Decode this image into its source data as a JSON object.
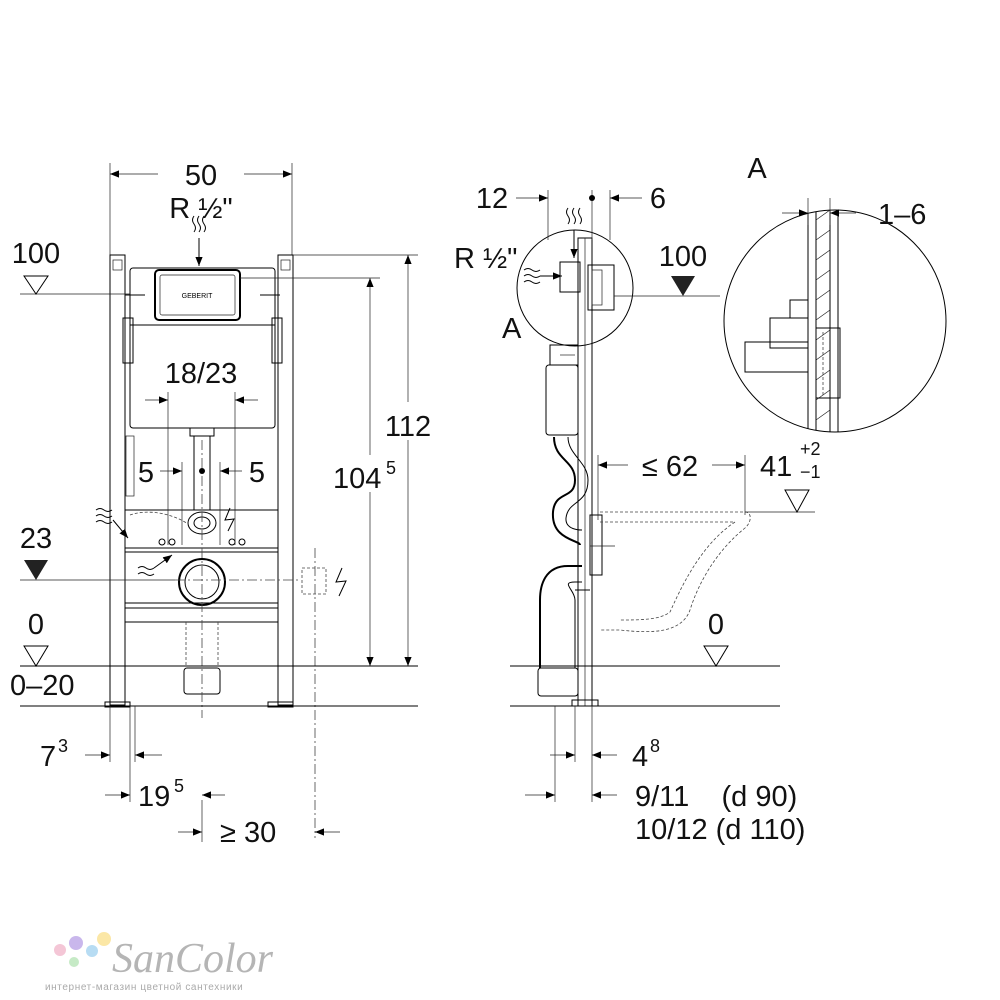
{
  "front_view": {
    "width": "50",
    "thread_top": "R ½\"",
    "level_100": "100",
    "level_23": "23",
    "level_0": "0",
    "floor_range": "0–20",
    "flush_spacing": "18/23",
    "offset_left": "5",
    "offset_right": "5",
    "height_total": "112",
    "height_frame_main": "104",
    "height_frame_sup": "5",
    "foot_offset_main": "7",
    "foot_offset_sup": "3",
    "drain_offset_main": "19",
    "drain_offset_sup": "5",
    "side_clearance": "≥ 30",
    "plate_brand": "GEBERIT"
  },
  "side_view": {
    "dim_12": "12",
    "dim_6": "6",
    "thread_side": "R ½\"",
    "detail_marker": "A",
    "level_100": "100",
    "bowl_length": "≤ 62",
    "seat_height_main": "41",
    "seat_tol_plus": "+2",
    "seat_tol_minus": "−1",
    "level_0": "0",
    "dim_4_main": "4",
    "dim_4_sup": "8",
    "pipe_d90": "9/11    (d 90)",
    "pipe_d110": "10/12 (d 110)"
  },
  "detail_view": {
    "title": "A",
    "wall_range": "1–6"
  },
  "watermark": {
    "name": "SanColor",
    "tagline": "интернет-магазин цветной сантехники",
    "dot_colors": [
      "#f4c6d6",
      "#c9b7ec",
      "#b7dcf3",
      "#fbe7a6",
      "#c6eac6"
    ]
  }
}
